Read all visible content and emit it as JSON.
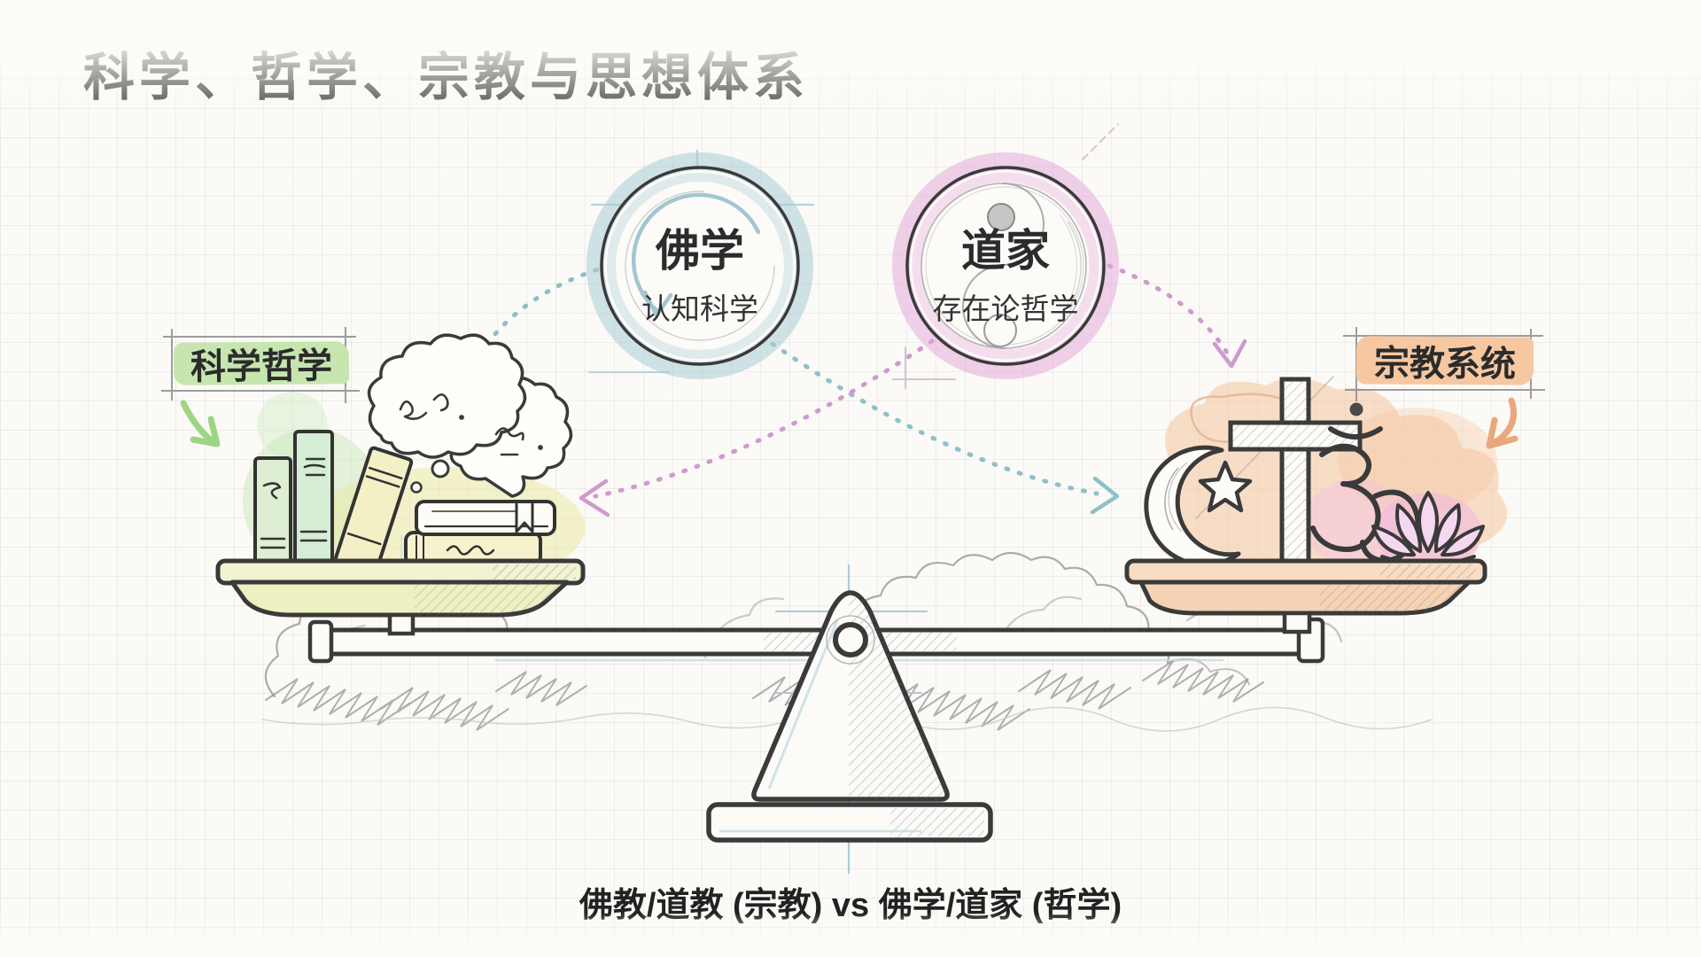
{
  "title": "科学、哲学、宗教与思想体系",
  "caption": "佛教/道教 (宗教) vs 佛学/道家 (哲学)",
  "concept_circles": [
    {
      "id": "buddhist-studies",
      "name": "佛学",
      "subtitle": "认知科学",
      "ring_color": "#a9ccd6",
      "inner_icon": "spiral-arrow-icon"
    },
    {
      "id": "taoism",
      "name": "道家",
      "subtitle": "存在论哲学",
      "ring_color": "#e6a9da",
      "inner_icon": "yin-yang-icon"
    }
  ],
  "side_labels": [
    {
      "id": "philosophy-of-science",
      "text": "科学哲学",
      "highlight_color": "#c7e6af",
      "arrow_color": "#9ed584",
      "side": "left"
    },
    {
      "id": "religious-systems",
      "text": "宗教系统",
      "highlight_color": "#f6c8a1",
      "arrow_color": "#e8a87c",
      "side": "right"
    }
  ],
  "balance_scale": {
    "left_pan_items": [
      "book-shelf-icon",
      "book-stack-icon",
      "thought-bubble-icon"
    ],
    "right_pan_items": [
      "crescent-and-star-icon",
      "christian-cross-icon",
      "om-symbol-icon",
      "lotus-flower-icon"
    ]
  },
  "arrows": [
    {
      "from": "buddhist-studies",
      "to": "left-pan",
      "style": "dashed",
      "color": "#8fc0c9"
    },
    {
      "from": "buddhist-studies",
      "to": "right-pan",
      "style": "dashed",
      "color": "#8fc0c9"
    },
    {
      "from": "taoism",
      "to": "left-pan",
      "style": "dashed",
      "color": "#cf9ace"
    },
    {
      "from": "taoism",
      "to": "right-pan",
      "style": "dashed",
      "color": "#cf9ace"
    }
  ],
  "background": {
    "paper_color": "#fbfaf6",
    "grid_color": "#7d8c9b",
    "ink_color": "#3a3a3a"
  }
}
